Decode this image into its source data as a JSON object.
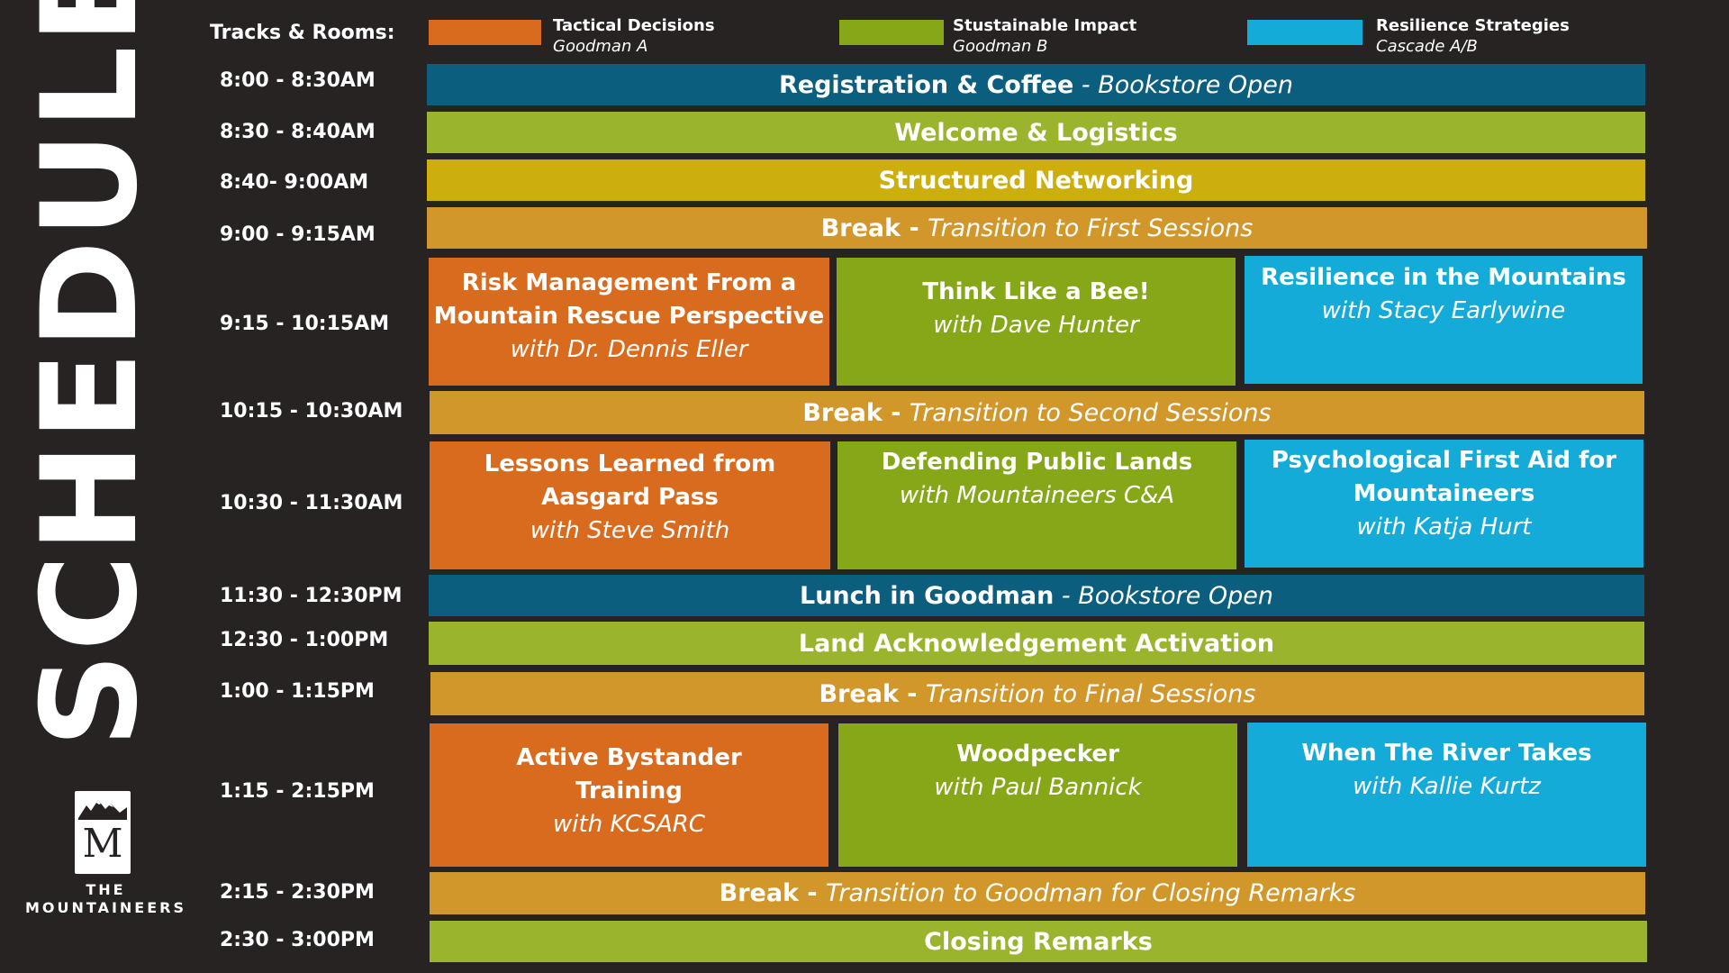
{
  "title": "SCHEDULE",
  "logo": {
    "name_line1": "THE",
    "name_line2": "MOUNTAINEERS",
    "mark": "M"
  },
  "legend": {
    "heading": "Tracks & Rooms:",
    "tracks": [
      {
        "name": "Tactical Decisions",
        "room": "Goodman A",
        "color": "#d96b1f"
      },
      {
        "name": "Stustainable Impact",
        "room": "Goodman B",
        "color": "#86a718"
      },
      {
        "name": "Resilience Strategies",
        "room": "Cascade A/B",
        "color": "#15abd9"
      }
    ]
  },
  "times": [
    "8:00 - 8:30AM",
    "8:30 - 8:40AM",
    "8:40- 9:00AM",
    "9:00 - 9:15AM",
    "9:15 - 10:15AM",
    "10:15 - 10:30AM",
    "10:30 - 11:30AM",
    "11:30 - 12:30PM",
    "12:30 - 1:00PM",
    "1:00 - 1:15PM",
    "1:15 - 2:15PM",
    "2:15 - 2:30PM",
    "2:30 - 3:00PM"
  ],
  "bars": {
    "registration": {
      "bold": "Registration & Coffee",
      "italic": " - Bookstore Open"
    },
    "welcome": {
      "bold": "Welcome & Logistics",
      "italic": ""
    },
    "networking": {
      "bold": "Structured Networking",
      "italic": ""
    },
    "break1": {
      "bold": "Break - ",
      "italic": "Transition to First Sessions"
    },
    "break2": {
      "bold": "Break - ",
      "italic": "Transition to Second Sessions"
    },
    "lunch": {
      "bold": "Lunch in Goodman",
      "italic": " - Bookstore Open"
    },
    "land": {
      "bold": "Land Acknowledgement Activation",
      "italic": ""
    },
    "break3": {
      "bold": "Break - ",
      "italic": "Transition to Final Sessions"
    },
    "break4": {
      "bold": "Break - ",
      "italic": "Transition to Goodman for Closing Remarks"
    },
    "closing": {
      "bold": "Closing Remarks",
      "italic": ""
    }
  },
  "sessions1": [
    {
      "title1": "Risk Management From a",
      "title2": "Mountain Rescue Perspective",
      "speaker": "with Dr. Dennis Eller"
    },
    {
      "title1": "Think Like a Bee!",
      "title2": "",
      "speaker": "with Dave Hunter"
    },
    {
      "title1": "Resilience in the Mountains",
      "title2": "",
      "speaker": "with Stacy Earlywine"
    }
  ],
  "sessions2": [
    {
      "title1": "Lessons Learned from",
      "title2": "Aasgard Pass",
      "speaker": "with Steve Smith"
    },
    {
      "title1": "Defending Public Lands",
      "title2": "",
      "speaker": "with Mountaineers C&A"
    },
    {
      "title1": "Psychological First Aid for",
      "title2": "Mountaineers",
      "speaker": "with Katja Hurt"
    }
  ],
  "sessions3": [
    {
      "title1": "Active Bystander",
      "title2": "Training",
      "speaker": "with KCSARC"
    },
    {
      "title1": "Woodpecker",
      "title2": "",
      "speaker": "with Paul Bannick"
    },
    {
      "title1": "When The River Takes",
      "title2": "",
      "speaker": "with Kallie Kurtz"
    }
  ]
}
